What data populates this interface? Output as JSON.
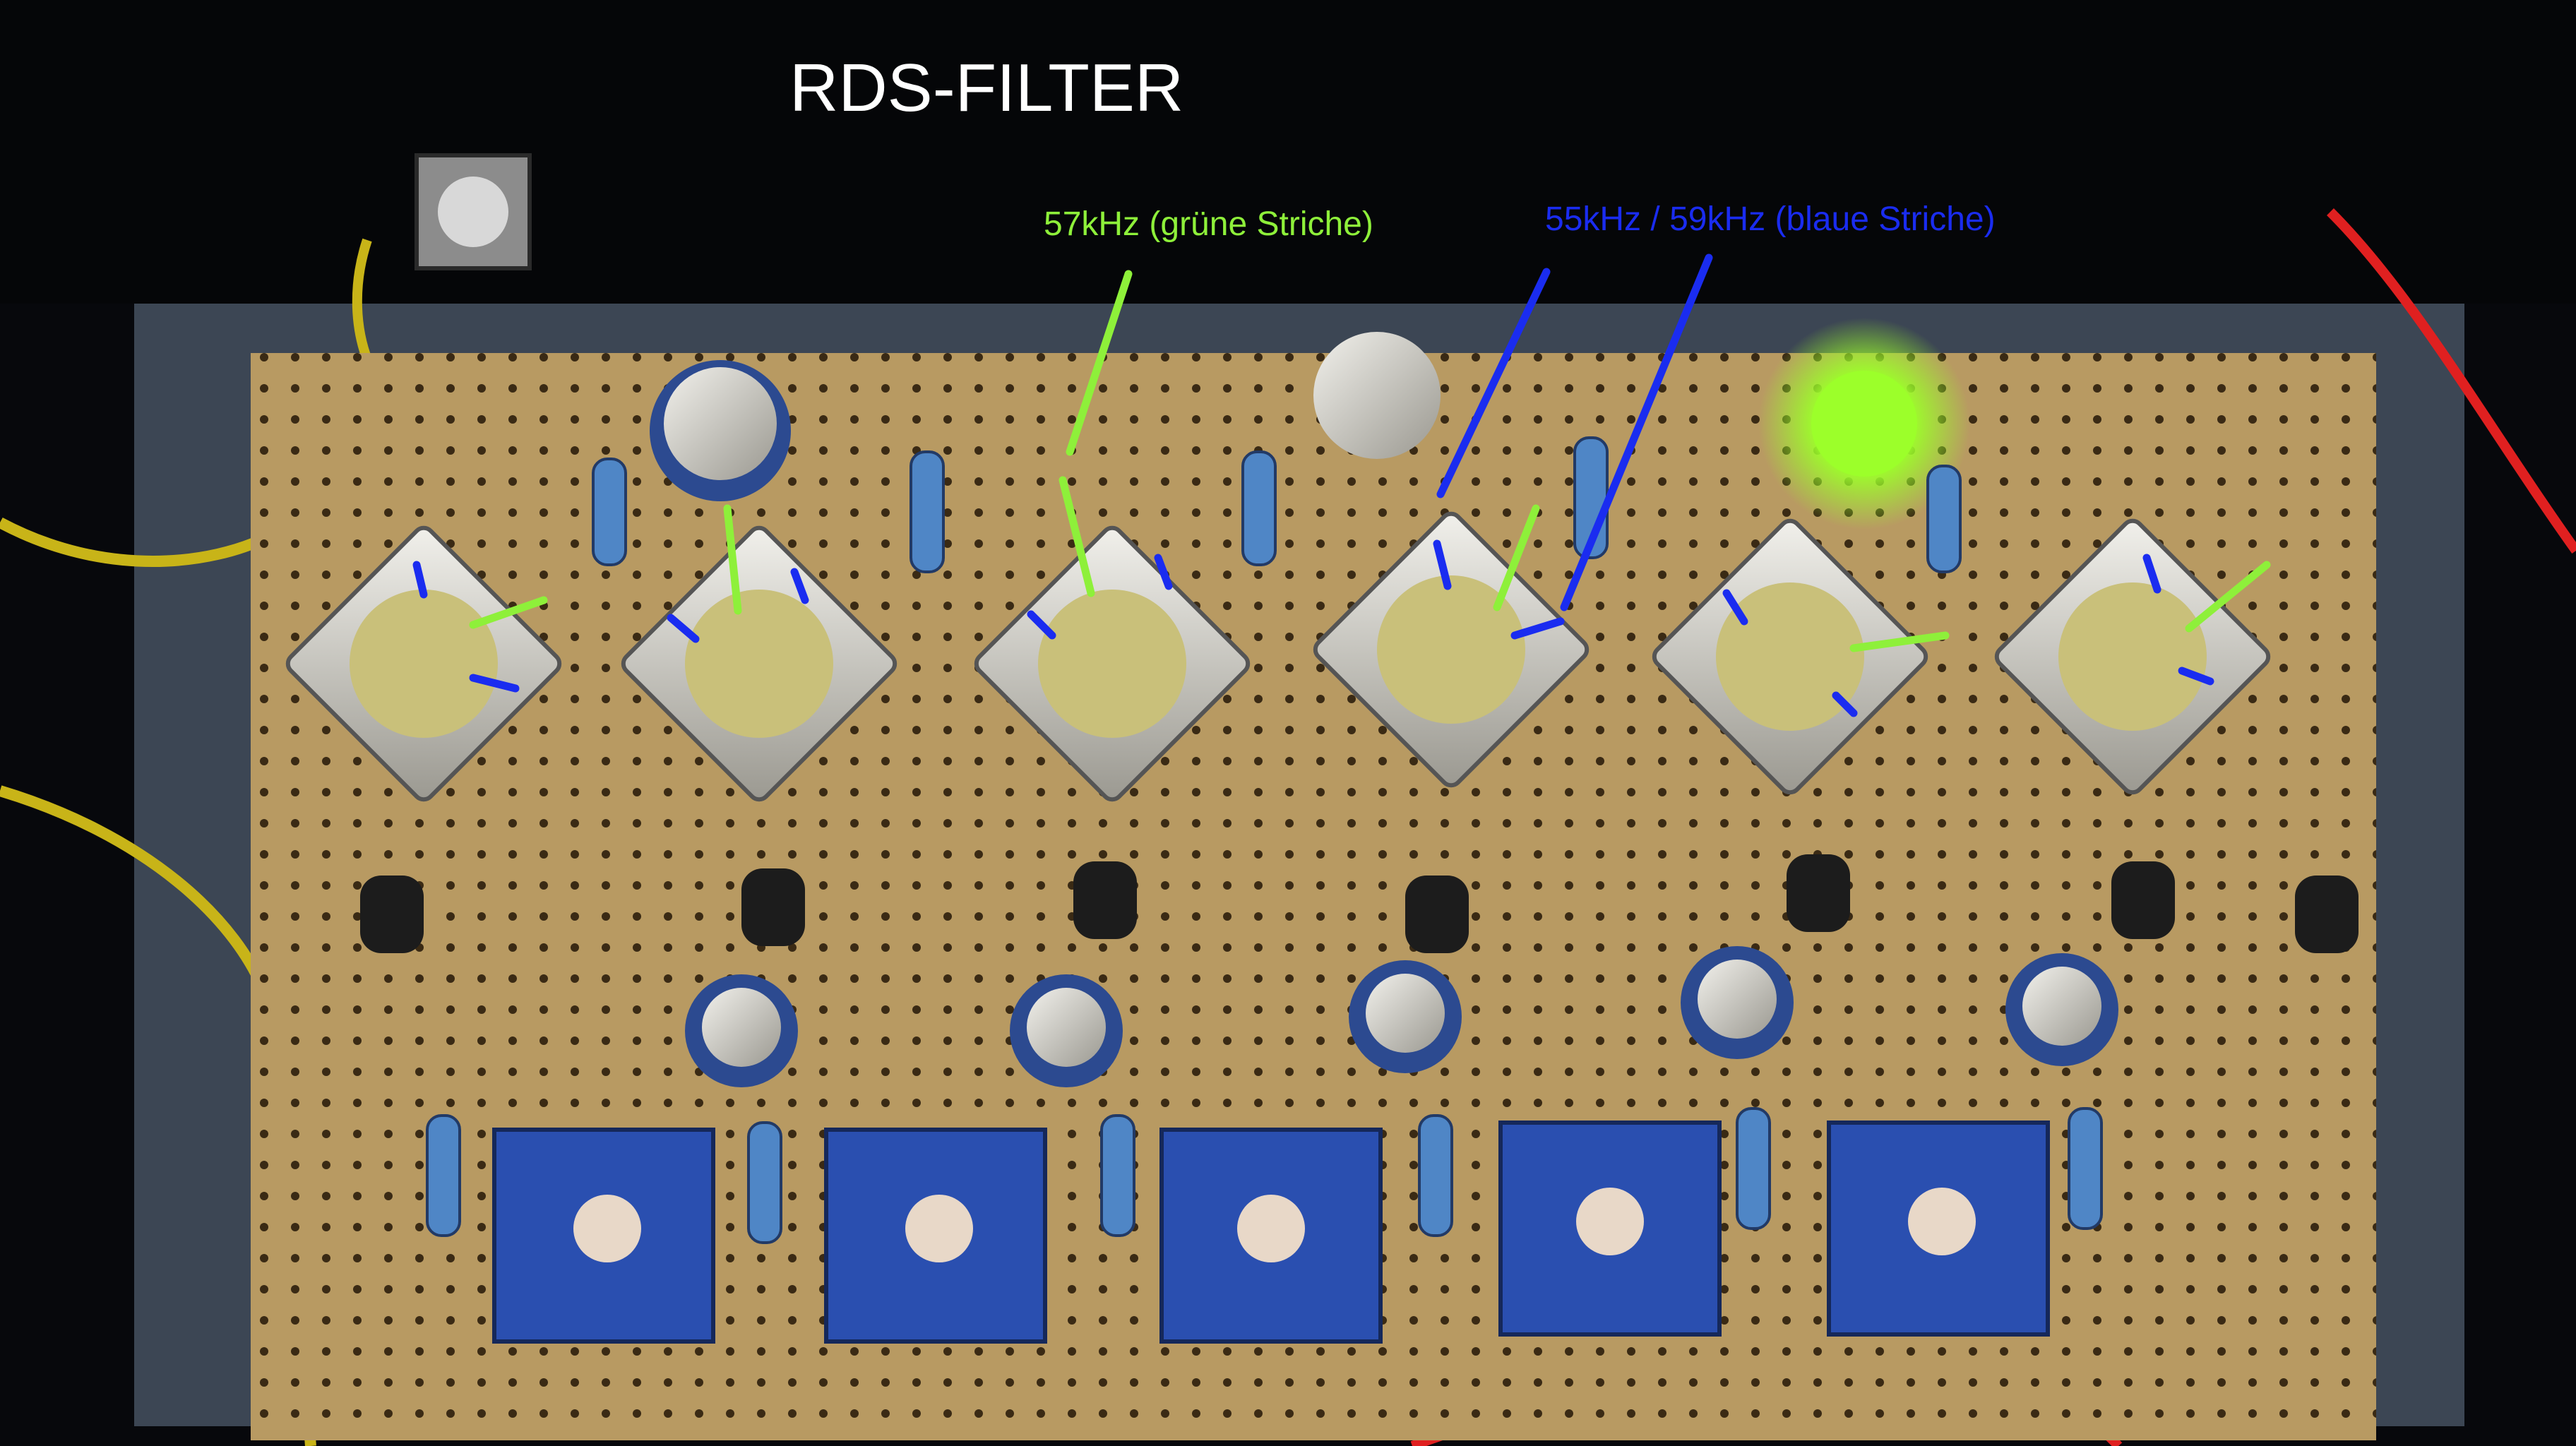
{
  "title": "RDS-FILTER",
  "annotations": {
    "green": {
      "text": "57kHz (grüne Striche)",
      "color": "#8ef03a"
    },
    "blue": {
      "text": "55kHz / 59kHz (blaue Striche)",
      "color": "#1a2cf0"
    }
  },
  "photo": {
    "subject": "perforated-board-circuit",
    "colors": {
      "board": "#b89a62",
      "can": "#d4d2cc",
      "core": "#c9c07a",
      "trimmer": "#2a4fb0",
      "led": "#9cff2a",
      "wire_red": "#e02020",
      "wire_yellow": "#d8c21a"
    }
  }
}
